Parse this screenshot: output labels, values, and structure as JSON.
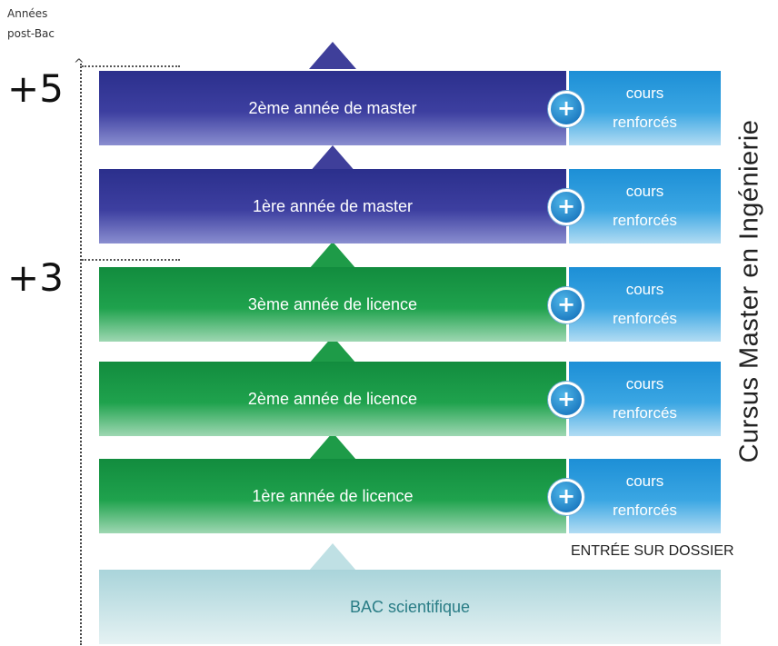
{
  "axis": {
    "title_line1": "Années",
    "title_line2": "post-Bac",
    "tick_top": "+5",
    "tick_mid": "+3"
  },
  "levels": [
    {
      "label": "2ème année de master",
      "kind": "master"
    },
    {
      "label": "1ère année de master",
      "kind": "master"
    },
    {
      "label": "3ème année de licence",
      "kind": "licence"
    },
    {
      "label": "2ème année de licence",
      "kind": "licence"
    },
    {
      "label": "1ère année de licence",
      "kind": "licence"
    }
  ],
  "base": {
    "label": "BAC scientifique"
  },
  "extra": {
    "plus_symbol": "+",
    "line1": "cours",
    "line2": "renforcés"
  },
  "side_title": "Cursus Master en Ingénierie",
  "entry_note": "ENTRÉE SUR DOSSIER",
  "colors": {
    "master": "#3d3fa0",
    "licence": "#1fa24d",
    "cours": "#2a9fe0",
    "bac": "#cde6e9"
  }
}
